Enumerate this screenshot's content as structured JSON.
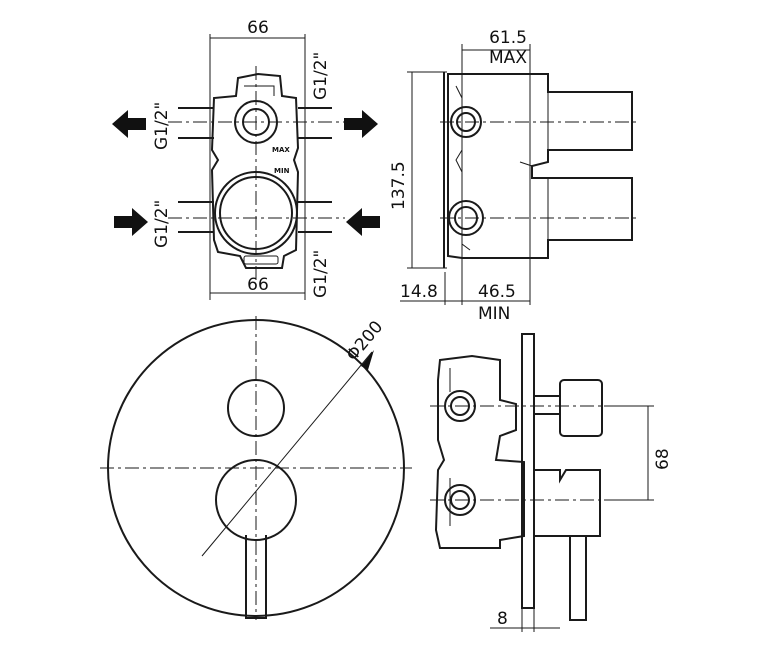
{
  "dimensions": {
    "top_width": "66",
    "bottom_width": "66",
    "port_upper_right": "G1/2\"",
    "port_upper_left": "G1/2\"",
    "port_lower_left": "G1/2\"",
    "port_lower_right": "G1/2\"",
    "depth_max": "61.5",
    "max_label": "MAX",
    "height": "137.5",
    "wall_offset": "14.8",
    "depth_min": "46.5",
    "min_label": "MIN",
    "plate_diameter": "Φ200",
    "handle_spacing": "68",
    "plate_thickness": "8"
  },
  "body_marks": {
    "max": "MAX",
    "min": "MIN"
  }
}
